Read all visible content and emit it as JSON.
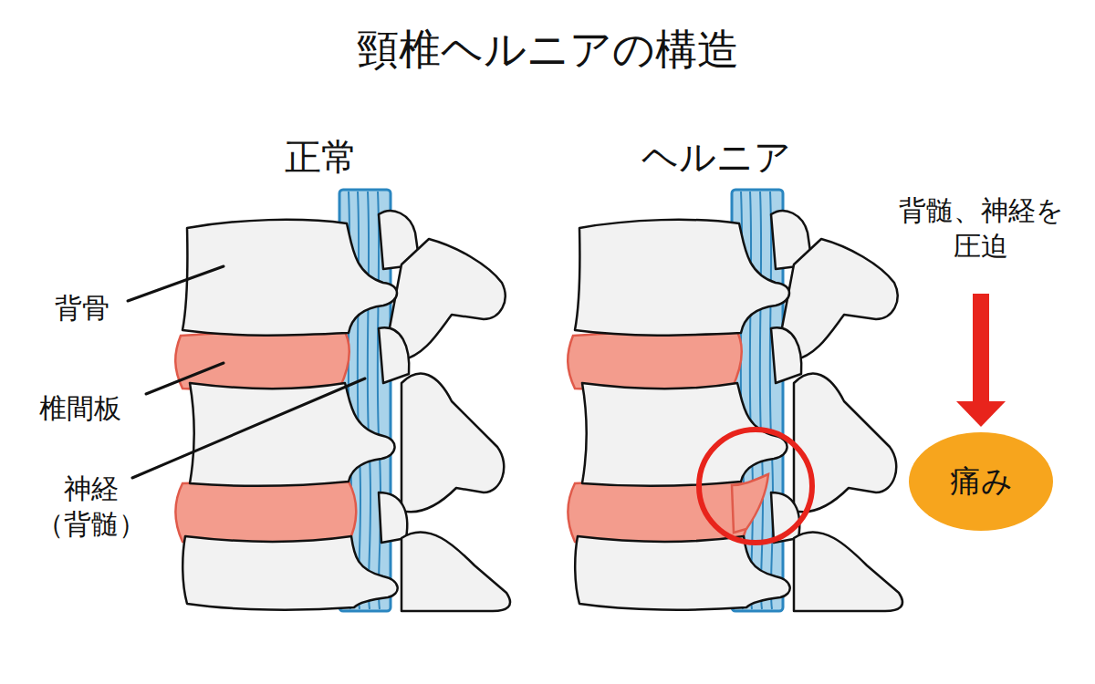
{
  "diagram": {
    "title": "頸椎ヘルニアの構造",
    "nodes": [
      {
        "text": [
          "痛み"
        ]
      }
    ],
    "labels": [
      "正常",
      "ヘルニア",
      "背骨",
      "椎間板",
      "神経 （背髄）",
      "背髄、神経を 圧迫"
    ]
  }
}
